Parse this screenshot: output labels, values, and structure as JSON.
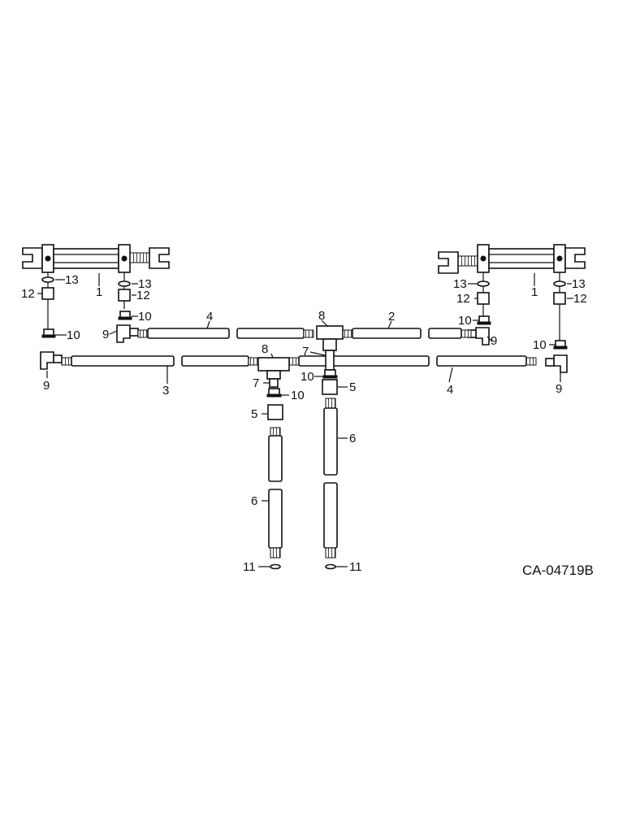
{
  "drawing_code": "CA-04719B",
  "callouts": {
    "c1a": "1",
    "c1b": "1",
    "c2": "2",
    "c3": "3",
    "c4a": "4",
    "c4b": "4",
    "c5a": "5",
    "c5b": "5",
    "c6a": "6",
    "c6b": "6",
    "c7a": "7",
    "c7b": "7",
    "c8a": "8",
    "c8b": "8",
    "c9a": "9",
    "c9b": "9",
    "c9c": "9",
    "c9d": "9",
    "c10a": "10",
    "c10b": "10",
    "c10c": "10",
    "c10d": "10",
    "c10e": "10",
    "c10f": "10",
    "c11a": "11",
    "c11b": "11",
    "c12a": "12",
    "c12b": "12",
    "c12c": "12",
    "c12d": "12",
    "c13a": "13",
    "c13b": "13",
    "c13c": "13",
    "c13d": "13"
  }
}
